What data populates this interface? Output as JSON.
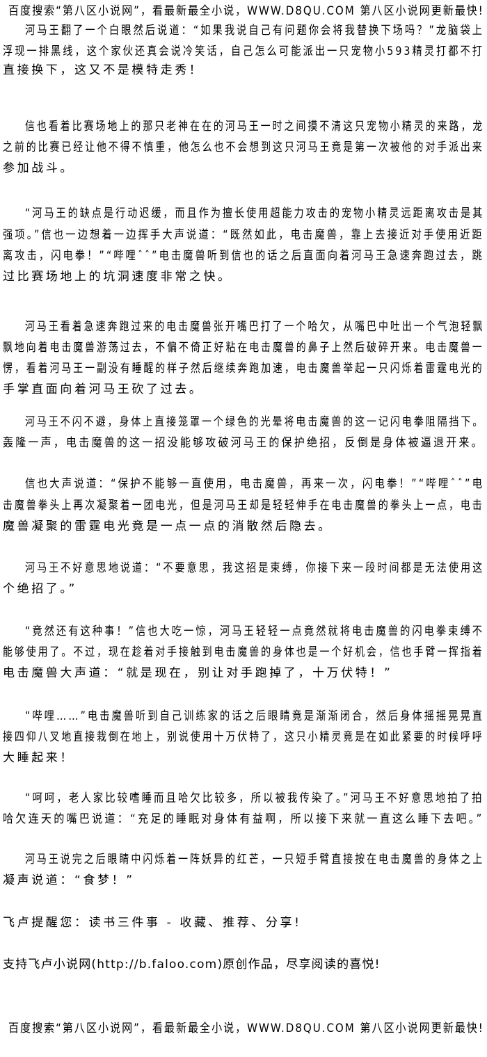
{
  "banner_top": "百度搜索“第八区小说网”，看最新最全小说，WWW.D8QU.COM  第八区小说网更新最快!",
  "paragraphs": [
    [
      "河马王翻了一个白眼然后说道：“如果我说自己有问题你会将我替换下场吗？”龙脑袋上",
      "浮现一排黑线，这个家伙还真会说冷笑话，自己怎么可能派出一只宠物小593精灵打都不打",
      "直接换下，这又不是模特走秀！"
    ],
    [
      "信也看着比赛场地上的那只老神在在的河马王一时之间摸不清这只宠物小精灵的来路，龙",
      "之前的比赛已经让他不得不慎重，他怎么也不会想到这只河马王竟是第一次被他的对手派出来",
      "参加战斗。"
    ],
    [
      "“河马王的缺点是行动迟缓，而且作为擅长使用超能力攻击的宠物小精灵远距离攻击是其",
      "强项。”信也一边想着一边挥手大声说道：“既然如此，电击魔兽，靠上去接近对手使用近距",
      "离攻击，闪电拳！”“哔哩ˆˆ”电击魔兽听到信也的话之后直面向着河马王急速奔跑过去，跳",
      "过比赛场地上的坑洞速度非常之快。"
    ],
    [
      "河马王看着急速奔跑过来的电击魔兽张开嘴巴打了一个哈欠，从嘴巴中吐出一个气泡轻飘",
      "飘地向着电击魔兽游荡过去，不偏不倚正好粘在电击魔兽的鼻子上然后破碎开来。电击魔兽一",
      "愣，看着河马王一副没有睡醒的样子然后继续奔跑加速，电击魔兽举起一只闪烁着雷霆电光的",
      "手掌直面向着河马王砍了过去。"
    ],
    [
      "河马王不闪不避，身体上直接笼罩一个绿色的光晕将电击魔兽的这一记闪电拳阻隔挡下。",
      "轰隆一声，电击魔兽的这一招没能够攻破河马王的保护绝招，反倒是身体被逼退开来。"
    ],
    [
      "信也大声说道：“保护不能够一直使用，电击魔兽，再来一次，闪电拳！”“哔哩ˆˆ”电",
      "击魔兽拳头上再次凝聚着一团电光，但是河马王却是轻轻伸手在电击魔兽的拳头上一点，电击",
      "魔兽凝聚的雷霆电光竟是一点一点的消散然后隐去。"
    ],
    [
      "河马王不好意思地说道：“不要意思，我这招是束缚，你接下来一段时间都是无法使用这",
      "个绝招了。”"
    ],
    [
      "“竟然还有这种事！”信也大吃一惊，河马王轻轻一点竟然就将电击魔兽的闪电拳束缚不",
      "能够使用了。不过，现在趁着对手接触到电击魔兽的身体也是一个好机会，信也手臂一挥指着",
      "电击魔兽大声道：“就是现在，别让对手跑掉了，十万伏特！”"
    ],
    [
      "“哔哩……”电击魔兽听到自己训练家的话之后眼睛竟是渐渐闭合，然后身体摇摇晃晃直",
      "接四仰八叉地直接栽倒在地上，别说使用十万伏特了，这只小精灵竟是在如此紧要的时候呼呼",
      "大睡起来！"
    ],
    [
      "“呵呵，老人家比较嗜睡而且哈欠比较多，所以被我传染了。”河马王不好意思地拍了拍",
      "哈欠连天的嘴巴说道：“充足的睡眠对身体有益啊，所以接下来就一直这么睡下去吧。”"
    ],
    [
      "河马王说完之后眼睛中闪烁着一阵妖异的红芒，一只短手臂直接按在电击魔兽的身体之上",
      "凝声说道：“食梦！”"
    ]
  ],
  "notice": "飞卢提醒您：读书三件事 - 收藏、推荐、分享!",
  "support": "支持飞卢小说网(http://b.faloo.com)原创作品，尽享阅读的喜悦!",
  "banner_bottom": "百度搜索“第八区小说网”，看最新最全小说，WWW.D8QU.COM  第八区小说网更新最快!"
}
